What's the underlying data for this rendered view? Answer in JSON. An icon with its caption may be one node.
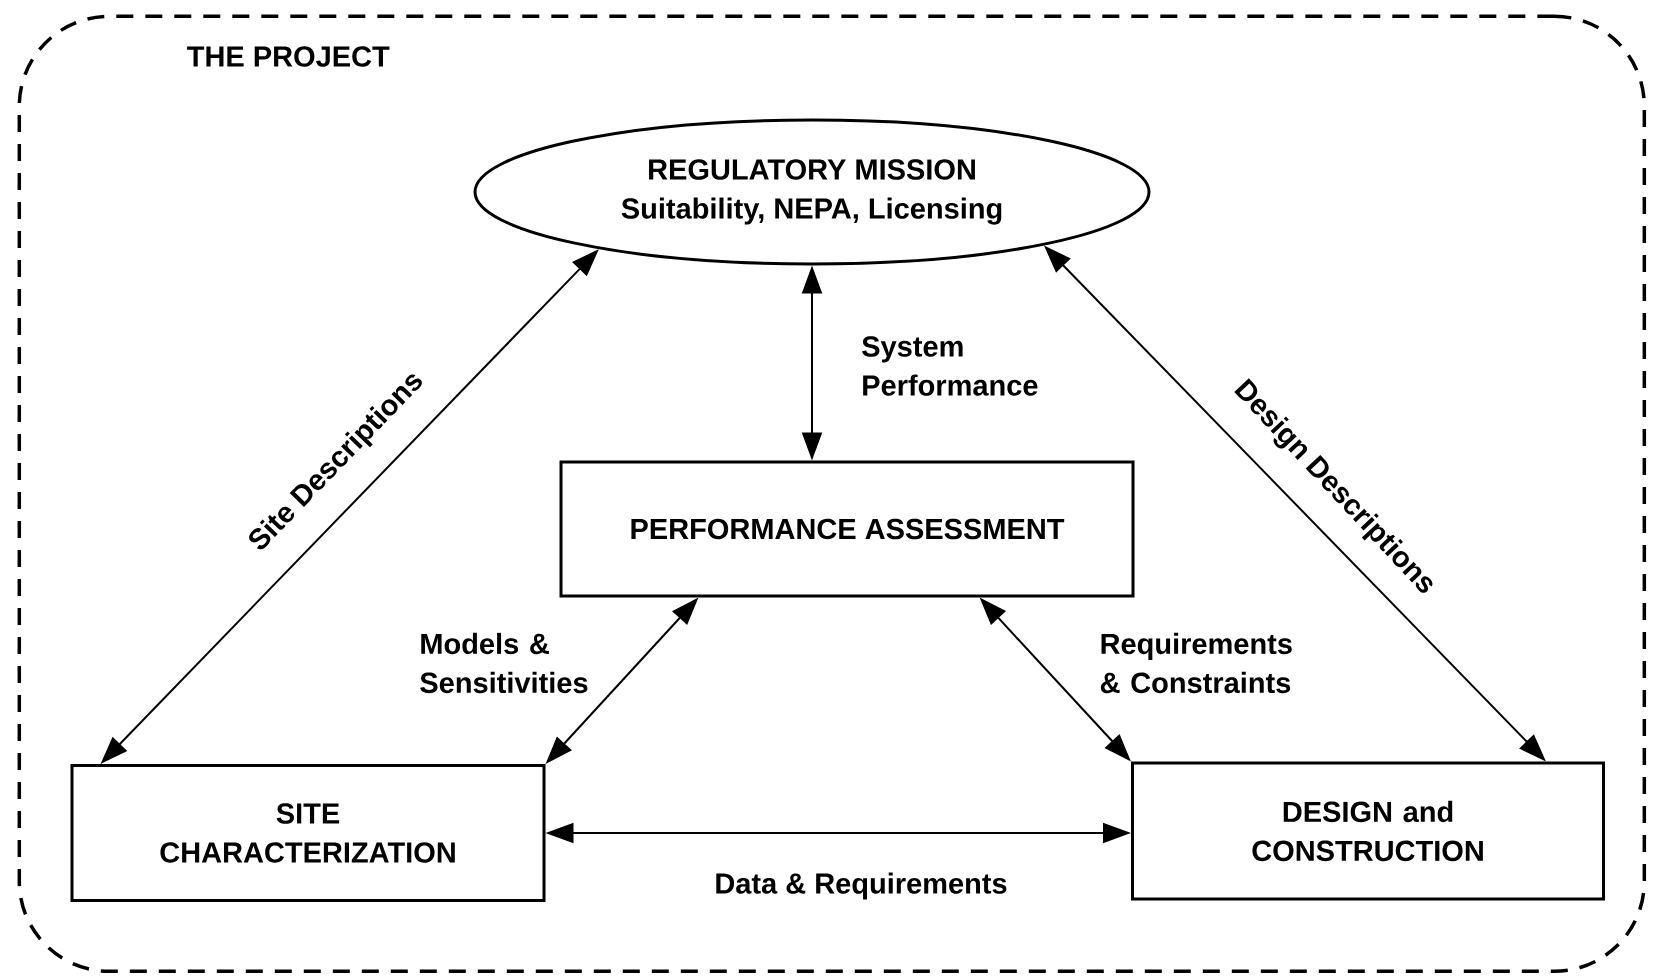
{
  "diagram": {
    "nodes": [
      {
        "text": [
          "THE PROJECT"
        ]
      },
      {
        "text": [
          "REGULATORY MISSION",
          "Suitability, NEPA, Licensing"
        ],
        "in": 0
      },
      {
        "text": [
          "PERFORMANCE ASSESSMENT"
        ],
        "in": 0
      },
      {
        "text": [
          "SITE CHARACTERIZATION"
        ],
        "in": 0
      },
      {
        "text": [
          "DESIGN and CONSTRUCTION"
        ],
        "in": 0
      }
    ],
    "edges": [
      {
        "from": 1,
        "to": 3,
        "arrow": "both",
        "label": "Site Descriptions"
      },
      {
        "from": 1,
        "to": 2,
        "arrow": "both",
        "label": "System Performance"
      },
      {
        "from": 1,
        "to": 4,
        "arrow": "both",
        "label": "Design Descriptions"
      },
      {
        "from": 2,
        "to": 3,
        "arrow": "both",
        "label": "Models & Sensitivities"
      },
      {
        "from": 2,
        "to": 4,
        "arrow": "both",
        "label": "Requirements & Constraints"
      },
      {
        "from": 3,
        "to": 4,
        "arrow": "both",
        "label": "Data & Requirements"
      }
    ]
  }
}
